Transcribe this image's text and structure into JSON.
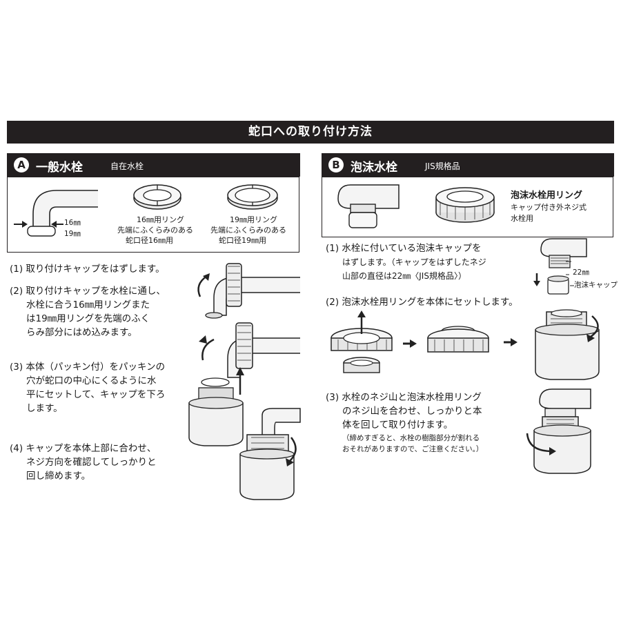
{
  "title": "蛇口への取り付け方法",
  "section_a": {
    "badge": "A",
    "heading": "一般水栓",
    "subheading": "自在水栓",
    "dims": [
      "16㎜",
      "19㎜"
    ],
    "ring16": {
      "label": "16㎜用リング",
      "note1": "先端にふくらみのある",
      "note2": "蛇口径16㎜用"
    },
    "ring19": {
      "label": "19㎜用リング",
      "note1": "先端にふくらみのある",
      "note2": "蛇口径19㎜用"
    },
    "steps": [
      [
        "(1) 取り付けキャップをはずします。"
      ],
      [
        "(2) 取り付けキャップを水栓に通し、",
        "水栓に合う16㎜用リングまた",
        "は19㎜用リングを先端のふく",
        "らみ部分にはめ込みます。"
      ],
      [
        "(3) 本体（パッキン付）をパッキンの",
        "穴が蛇口の中心にくるように水",
        "平にセットして、キャップを下ろ",
        "します。"
      ],
      [
        "(4) キャップを本体上部に合わせ、",
        "ネジ方向を確認してしっかりと",
        "回し締めます。"
      ]
    ]
  },
  "section_b": {
    "badge": "B",
    "heading": "泡沫水栓",
    "subheading": "JIS規格品",
    "ring_label": "泡沫水栓用リング",
    "ring_note1": "キャップ付き外ネジ式",
    "ring_note2": "水栓用",
    "dim": "22㎜",
    "cap_label": "泡沫キャップ",
    "steps": [
      [
        "(1) 水栓に付いている泡沫キャップを",
        "はずします。（キャップをはずしたネジ",
        "山部の直径は22㎜〈JIS規格品〉）"
      ],
      [
        "(2) 泡沫水栓用リングを本体にセットします。"
      ],
      [
        "(3) 水栓のネジ山と泡沫水栓用リング",
        "のネジ山を合わせ、しっかりと本",
        "体を回して取り付けます。"
      ]
    ],
    "caution1": "（締めすぎると、水栓の樹脂部分が割れる",
    "caution2": "おそれがありますので、ご注意ください。）"
  }
}
